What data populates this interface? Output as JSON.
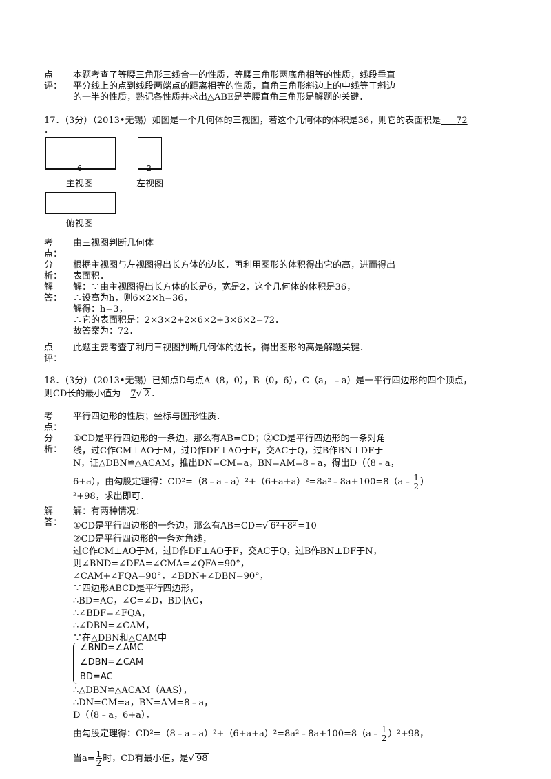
{
  "p16": {
    "dianping_label": [
      "点",
      "评："
    ],
    "dianping_lines": [
      "本题考查了等腰三角形三线合一的性质，等腰三角形两底角相等的性质，线段垂直",
      "平分线上的点到线段两端点的距离相等的性质，直角三角形斜边上的中线等于斜边",
      "的一半的性质，熟记各性质并求出△ABE是等腰直角三角形是解题的关键．"
    ]
  },
  "p17": {
    "question": "17．（3分）（2013•无锡）如图是一个几何体的三视图，若这个几何体的体积是36，则它的表面积是",
    "answer": "72",
    "tail": "．",
    "front_label": "主视图",
    "left_label": "左视图",
    "top_label": "俯视图",
    "front_dim": "6",
    "left_dim": "2",
    "kaodian_label": [
      "考",
      "点："
    ],
    "kaodian": "由三视图判断几何体",
    "fenxi_label": [
      "分",
      "析："
    ],
    "fenxi_lines": [
      "根据主视图与左视图得出长方体的边长，再利用图形的体积得出它的高，进而得出",
      "表面积．"
    ],
    "jieda_label": [
      "解",
      "答："
    ],
    "jieda_lines": [
      "解：∵由主视图得出长方体的长是6，宽是2，这个几何体的体积是36，",
      "∴设高为h，则6×2×h=36，",
      "解得：h=3，",
      "∴它的表面积是：2×3×2+2×6×2+3×6×2=72．",
      "故答案为：72．"
    ],
    "dianping_label": [
      "点",
      "评："
    ],
    "dianping": "此题主要考查了利用三视图判断几何体的边长，得出图形的高是解题关键．"
  },
  "p18": {
    "question_line1": "18．（3分）（2013•无锡）已知点D与点A（8，0），B（0，6），C（a，﹣a）是一平行四边形的四个顶点，",
    "question_line2_pre": "则CD长的最小值为",
    "answer_coef": "7",
    "answer_rad": "2",
    "question_tail": "．",
    "kaodian_label": [
      "考",
      "点："
    ],
    "kaodian": "平行四边形的性质；坐标与图形性质．",
    "fenxi_label": [
      "分",
      "析："
    ],
    "fenxi_line1": "①CD是平行四边形的一条边，那么有AB=CD；②CD是平行四边形的一条对角",
    "fenxi_line2": "线，过C作CM⊥AO于M，过D作DF⊥AO于F，交AC于Q，过B作BN⊥DF于",
    "fenxi_line3": "N，证△DBN≌△ACAM，推出DN=CM=a，BN=AM=8﹣a，得出D（（8﹣a，",
    "fenxi_line4": "6+a），由勾股定理得：CD²=（8﹣a﹣a）²+（6+a+a）²=8a²﹣8a+100=8（a﹣",
    "fenxi_frac_n": "1",
    "fenxi_frac_d": "2",
    "fenxi_line4_tail": "）",
    "fenxi_line5": "²+98，求出即可．",
    "jieda_label": [
      "解",
      "答："
    ],
    "jieda_l1": "解：有两种情况：",
    "jieda_l2_pre": "①CD是平行四边形的一条边，那么有AB=CD=",
    "jieda_l2_rad": "6²+8²",
    "jieda_l2_post": "=10",
    "jieda_l3": "②CD是平行四边形的一条对角线，",
    "jieda_l4": "过C作CM⊥AO于M，过D作DF⊥AO于F，交AC于Q，过B作BN⊥DF于N，",
    "jieda_l5": "则∠BND=∠DFA=∠CMA=∠QFA=90°，",
    "jieda_l6": "∠CAM+∠FQA=90°，∠BDN+∠DBN=90°，",
    "jieda_l7": "∵四边形ABCD是平行四边形，",
    "jieda_l8": "∴BD=AC，∠C=∠D，BD∥AC，",
    "jieda_l9": "∴∠BDF=∠FQA，",
    "jieda_l10": "∴∠DBN=∠CAM，",
    "jieda_l11": "∵在△DBN和△CAM中",
    "brace_items": [
      "∠BND=∠AMC",
      "∠DBN=∠CAM",
      "BD=AC"
    ],
    "jieda_l12": "∴△DBN≌△ACAM（AAS），",
    "jieda_l13": "∴DN=CM=a，BN=AM=8﹣a，",
    "jieda_l14": "D（（8﹣a，6+a），",
    "jieda_l15_pre": "由勾股定理得：CD²=（8﹣a﹣a）²+（6+a+a）²=8a²﹣8a+100=8（a﹣",
    "jieda_l15_frac_n": "1",
    "jieda_l15_frac_d": "2",
    "jieda_l15_post": "）²+98，",
    "jieda_l16_pre": "当a=",
    "jieda_l16_frac_n": "1",
    "jieda_l16_frac_d": "2",
    "jieda_l16_mid": "时，CD有最小值，是",
    "jieda_l16_rad": "98"
  }
}
